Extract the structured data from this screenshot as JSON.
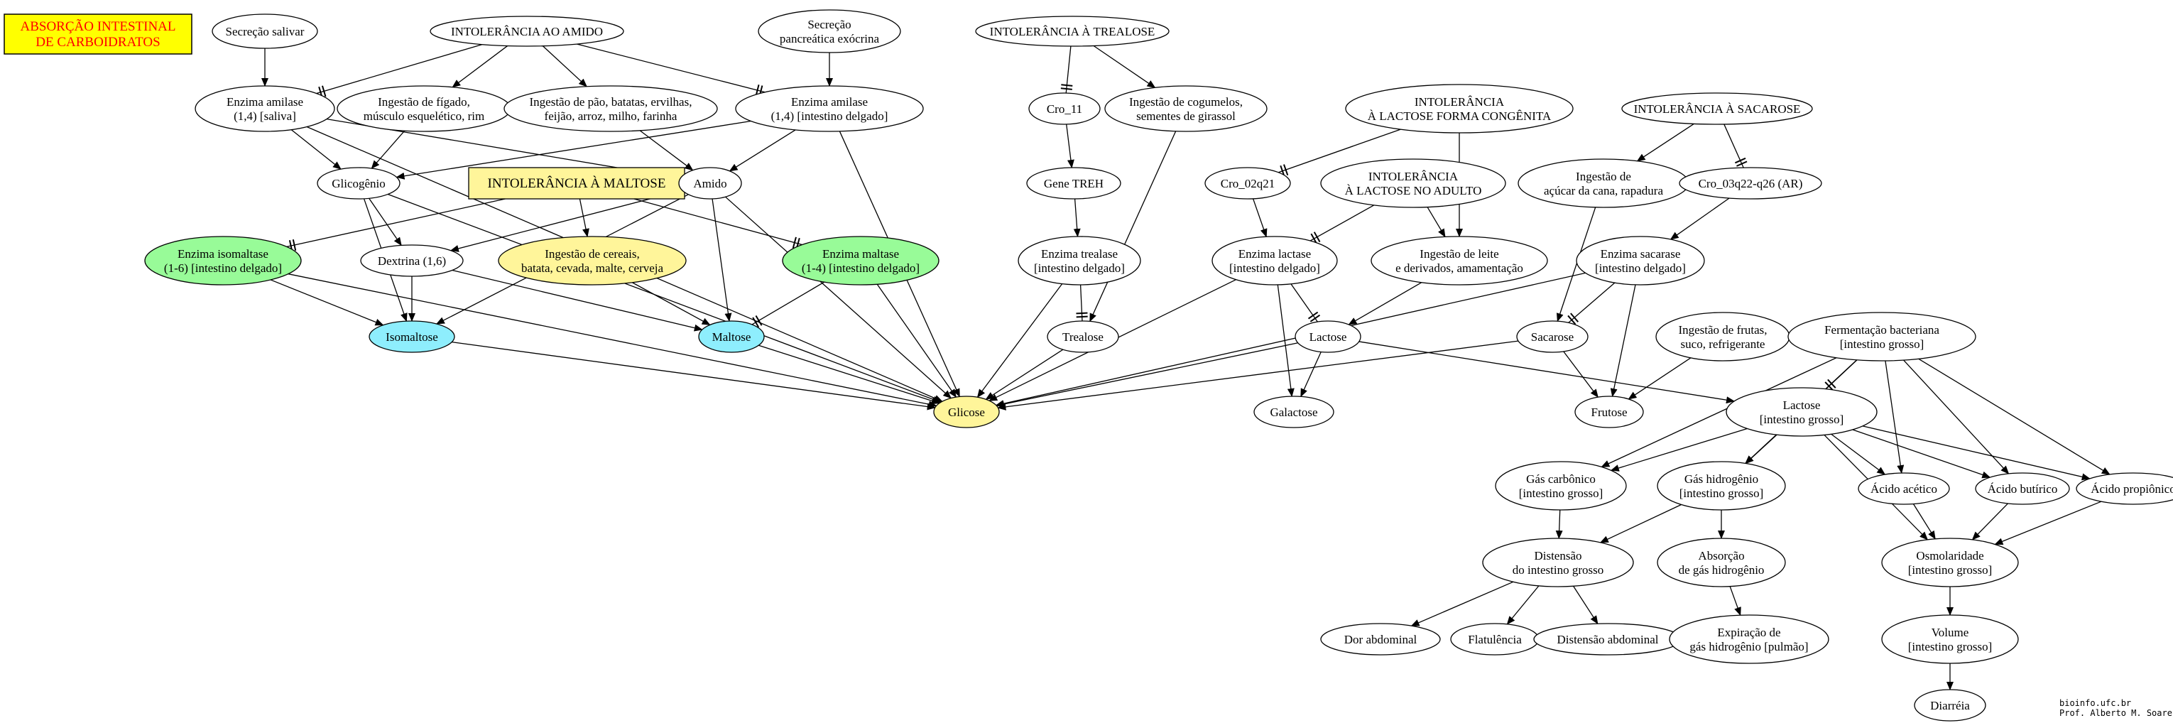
{
  "title": [
    "ABSORÇÃO INTESTINAL",
    "DE CARBOIDRATOS"
  ],
  "credit": [
    "bioinfo.ufc.br",
    "Prof. Alberto M. Soares"
  ],
  "colors": {
    "title_bg": "#ffff00",
    "title_text": "#ff0000",
    "green": "#98fb98",
    "cyan": "#8eeefd",
    "yellow": "#fff59a",
    "white": "#ffffff",
    "stroke": "#000000"
  },
  "nodes": {
    "n_secrecao_salivar": [
      "Secreção salivar"
    ],
    "n_int_amido": [
      "INTOLERÂNCIA AO AMIDO"
    ],
    "n_secrecao_panc": [
      "Secreção",
      "pancreática exócrina"
    ],
    "n_int_trealose": [
      "INTOLERÂNCIA À TREALOSE"
    ],
    "n_enz_amilase_saliva": [
      "Enzima amilase",
      "(1,4) [saliva]"
    ],
    "n_ing_figado": [
      "Ingestão de fígado,",
      "músculo esquelético, rim"
    ],
    "n_ing_pao": [
      "Ingestão de pão, batatas, ervilhas,",
      "feijão, arroz, milho, farinha"
    ],
    "n_enz_amilase_int": [
      "Enzima amilase",
      "(1,4) [intestino delgado]"
    ],
    "n_cro11": [
      "Cro_11"
    ],
    "n_ing_cogumelos": [
      "Ingestão de cogumelos,",
      "sementes de girassol"
    ],
    "n_int_lact_cong": [
      "INTOLERÂNCIA",
      "À LACTOSE FORMA CONGÊNITA"
    ],
    "n_int_sacarose": [
      "INTOLERÂNCIA À SACAROSE"
    ],
    "n_glicogenio": [
      "Glicogênio"
    ],
    "n_int_maltose": [
      "INTOLERÂNCIA À MALTOSE"
    ],
    "n_amido": [
      "Amido"
    ],
    "n_gene_treh": [
      "Gene TREH"
    ],
    "n_cro02": [
      "Cro_02q21"
    ],
    "n_int_lact_adulto": [
      "INTOLERÂNCIA",
      "À LACTOSE NO ADULTO"
    ],
    "n_ing_acucar": [
      "Ingestão de",
      "açúcar da cana, rapadura"
    ],
    "n_cro03": [
      "Cro_03q22-q26 (AR)"
    ],
    "n_enz_isomaltase": [
      "Enzima isomaltase",
      "(1-6) [intestino delgado]"
    ],
    "n_dextrina": [
      "Dextrina (1,6)"
    ],
    "n_ing_cereais": [
      "Ingestão de cereais,",
      "batata, cevada, malte, cerveja"
    ],
    "n_enz_maltase": [
      "Enzima maltase",
      "(1-4) [intestino delgado]"
    ],
    "n_enz_trealase": [
      "Enzima trealase",
      "[intestino delgado]"
    ],
    "n_enz_lactase": [
      "Enzima lactase",
      "[intestino delgado]"
    ],
    "n_ing_leite": [
      "Ingestão de leite",
      "e derivados, amamentação"
    ],
    "n_enz_sacarase": [
      "Enzima sacarase",
      "[intestino delgado]"
    ],
    "n_isomaltose": [
      "Isomaltose"
    ],
    "n_maltose": [
      "Maltose"
    ],
    "n_trealose": [
      "Trealose"
    ],
    "n_lactose": [
      "Lactose"
    ],
    "n_sacarose": [
      "Sacarose"
    ],
    "n_ing_frutas": [
      "Ingestão de frutas,",
      "suco, refrigerante"
    ],
    "n_fermentacao": [
      "Fermentação bacteriana",
      "[intestino grosso]"
    ],
    "n_glicose": [
      "Glicose"
    ],
    "n_galactose": [
      "Galactose"
    ],
    "n_frutose": [
      "Frutose"
    ],
    "n_lactose_ig": [
      "Lactose",
      "[intestino grosso]"
    ],
    "n_gas_carbonico": [
      "Gás carbônico",
      "[intestino grosso]"
    ],
    "n_gas_hidrogenio": [
      "Gás hidrogênio",
      "[intestino grosso]"
    ],
    "n_acido_acetico": [
      "Ácido acético"
    ],
    "n_acido_butirico": [
      "Ácido butírico"
    ],
    "n_acido_propionico": [
      "Ácido propiônico"
    ],
    "n_distensao": [
      "Distensão",
      "do intestino grosso"
    ],
    "n_absorcao_gas": [
      "Absorção",
      "de gás hidrogênio"
    ],
    "n_osmolaridade": [
      "Osmolaridade",
      "[intestino grosso]"
    ],
    "n_dor": [
      "Dor abdominal"
    ],
    "n_flatulencia": [
      "Flatulência"
    ],
    "n_distensao_abd": [
      "Distensão abdominal"
    ],
    "n_expiracao": [
      "Expiração de",
      "gás hidrogênio [pulmão]"
    ],
    "n_volume": [
      "Volume",
      "[intestino grosso]"
    ],
    "n_diarreia": [
      "Diarréia"
    ]
  }
}
